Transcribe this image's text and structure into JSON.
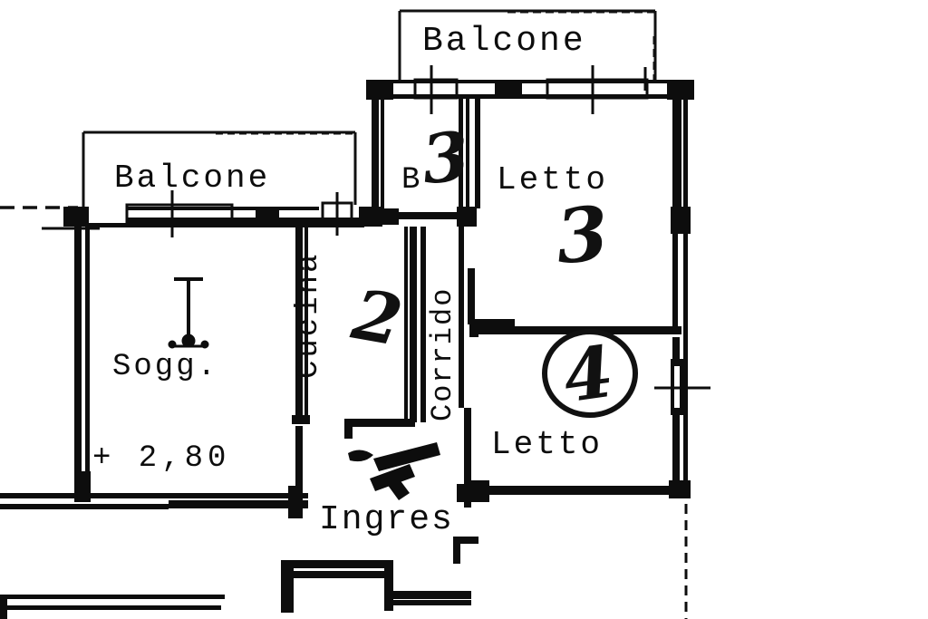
{
  "document": {
    "type": "architectural-floor-plan",
    "style": "scanned-blueprint",
    "background_color": "#ffffff",
    "ink_color": "#0d0d0d"
  },
  "rooms": {
    "balcone_top": {
      "label": "Balcone"
    },
    "balcone_left": {
      "label": "Balcone"
    },
    "soggiorno": {
      "label": "Sogg.",
      "elevation": "+  2,80"
    },
    "cucina": {
      "label": "Cucina",
      "orientation": "vertical"
    },
    "corridoio": {
      "label": "Corrido",
      "orientation": "vertical"
    },
    "bagno": {
      "label": "B"
    },
    "letto_3": {
      "label": "Letto"
    },
    "letto_4": {
      "label": "Letto"
    },
    "ingresso": {
      "label": "Ingres"
    }
  },
  "annotations": {
    "hand_mark_cucina": "2",
    "hand_mark_bagno": "3",
    "hand_mark_letto_upper": "3",
    "hand_mark_letto_lower": "4"
  },
  "symbols": {
    "ceiling_light": "ceiling-light-fixture",
    "window": "window-symbol",
    "door_swing": "door-swing-symbol",
    "dashed_axis": "dashed-section-line"
  }
}
